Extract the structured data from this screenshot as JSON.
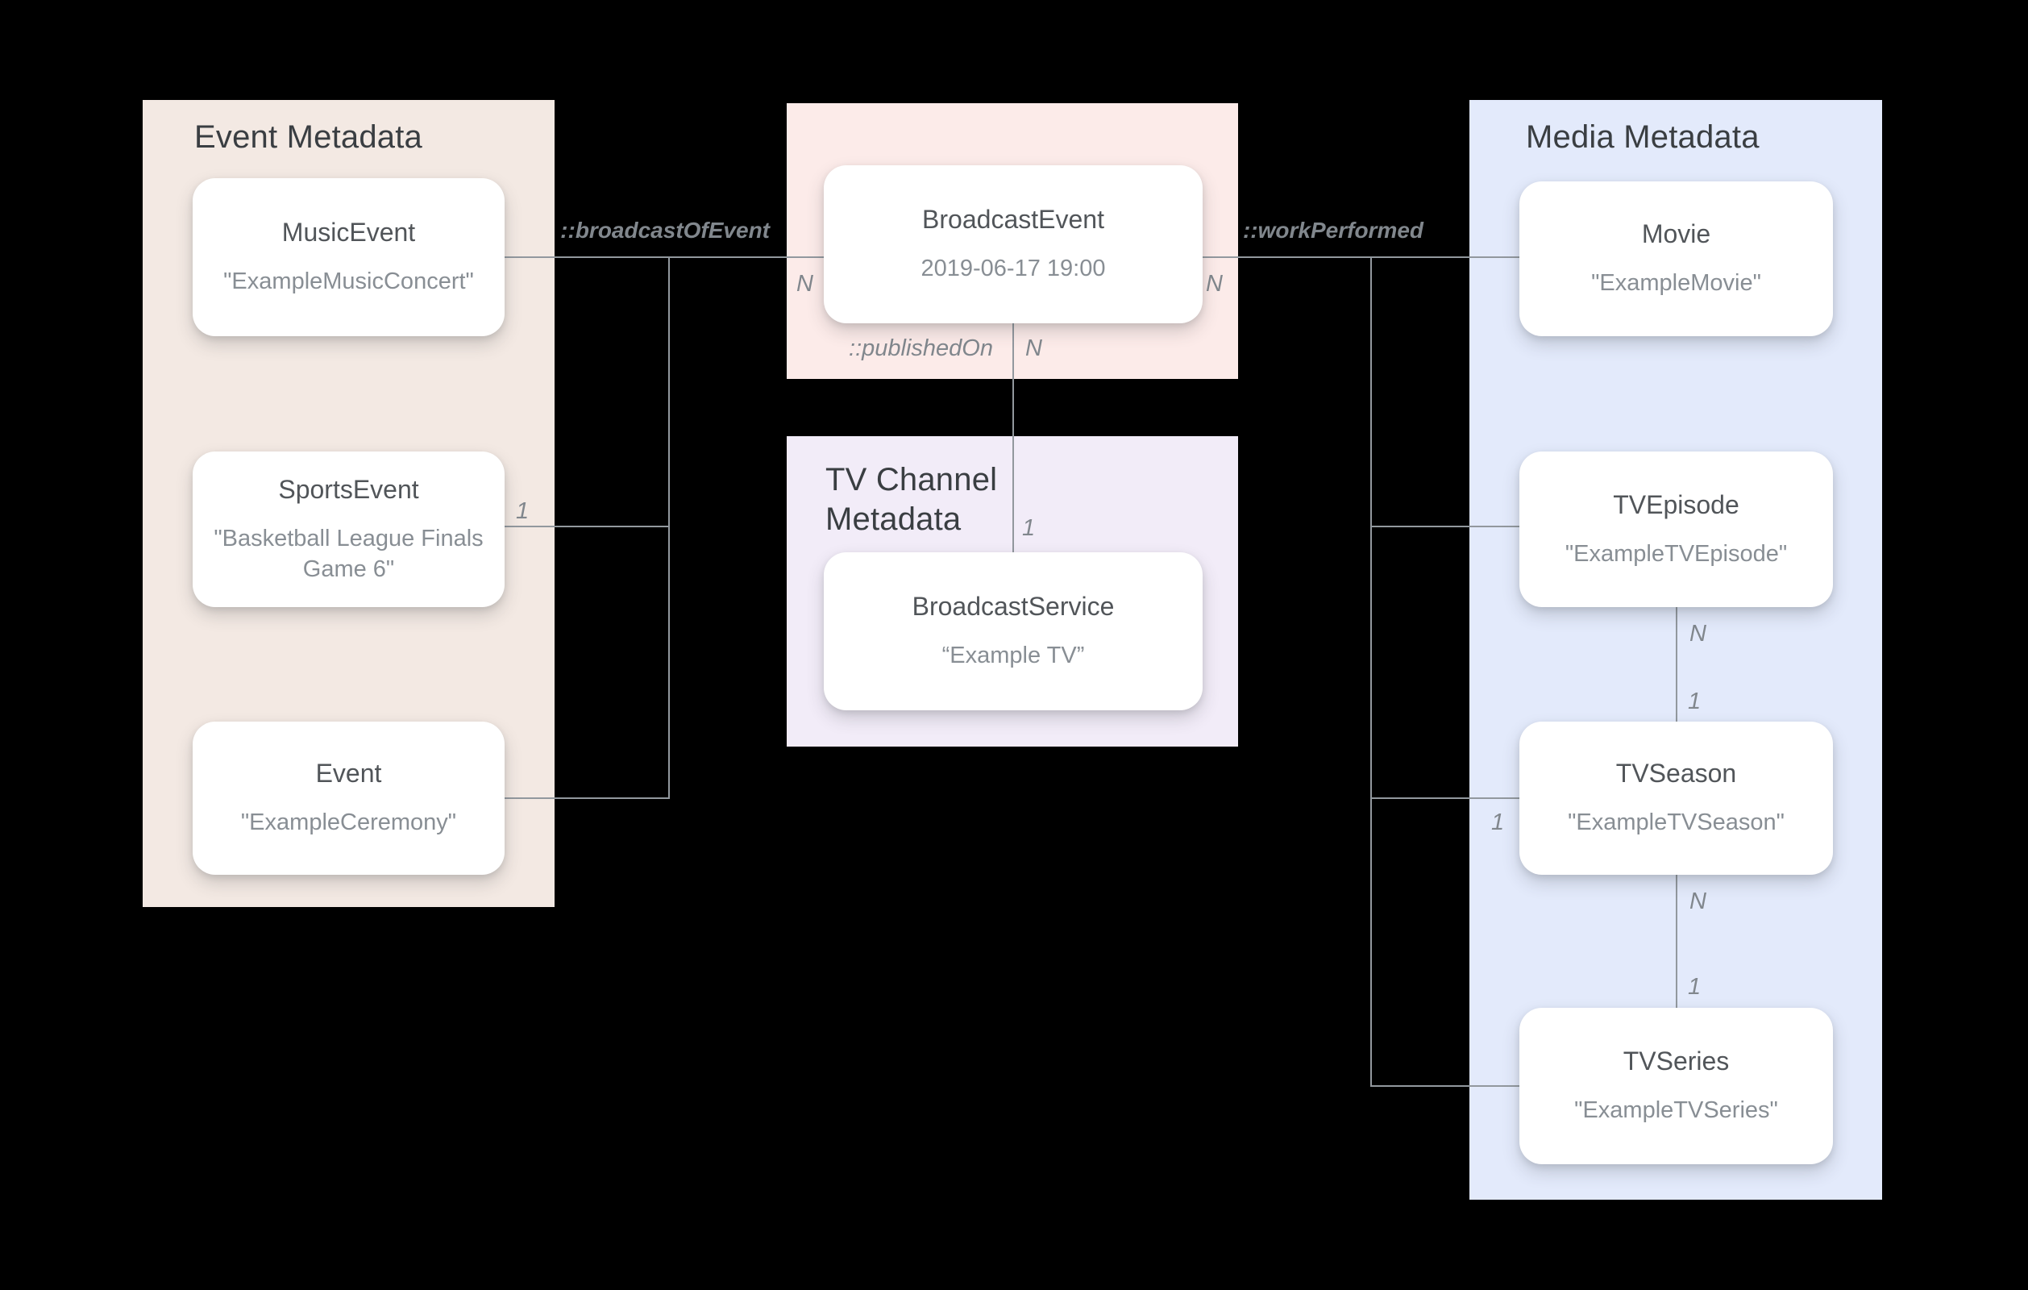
{
  "panels": {
    "event": {
      "title": "Event Metadata"
    },
    "tv_channel": {
      "title": "TV Channel Metadata"
    },
    "media": {
      "title": "Media Metadata"
    }
  },
  "nodes": {
    "music_event": {
      "title": "MusicEvent",
      "value": "\"ExampleMusicConcert\""
    },
    "sports_event": {
      "title": "SportsEvent",
      "value": "\"Basketball League Finals Game 6\""
    },
    "event": {
      "title": "Event",
      "value": "\"ExampleCeremony\""
    },
    "broadcast_event": {
      "title": "BroadcastEvent",
      "value": "2019-06-17 19:00"
    },
    "broadcast_service": {
      "title": "BroadcastService",
      "value": "“Example TV”"
    },
    "movie": {
      "title": "Movie",
      "value": "\"ExampleMovie\""
    },
    "tv_episode": {
      "title": "TVEpisode",
      "value": "\"ExampleTVEpisode\""
    },
    "tv_season": {
      "title": "TVSeason",
      "value": "\"ExampleTVSeason\""
    },
    "tv_series": {
      "title": "TVSeries",
      "value": "\"ExampleTVSeries\""
    }
  },
  "relations": {
    "broadcast_of_event": {
      "label": "::broadcastOfEvent"
    },
    "work_performed": {
      "label": "::workPerformed"
    },
    "published_on": {
      "label": "::publishedOn"
    }
  },
  "cards": {
    "broadcast_left_n": "N",
    "sports_one": "1",
    "broadcast_right_n": "N",
    "published_n": "N",
    "published_one": "1",
    "season_left_one": "1",
    "episode_n": "N",
    "episode_season_one": "1",
    "season_n": "N",
    "season_series_one": "1"
  },
  "colors": {
    "background": "#000000",
    "event_panel": "#f3e9e3",
    "broadcast_panel": "#fcebe9",
    "tv_channel_panel": "#f2ecf8",
    "media_panel": "#e3eafb",
    "node_background": "#ffffff",
    "connector_line": "#92989e",
    "panel_title_text": "#3a3e42",
    "node_title_text": "#515559",
    "node_value_text": "#888e94",
    "label_text": "#81878d"
  }
}
